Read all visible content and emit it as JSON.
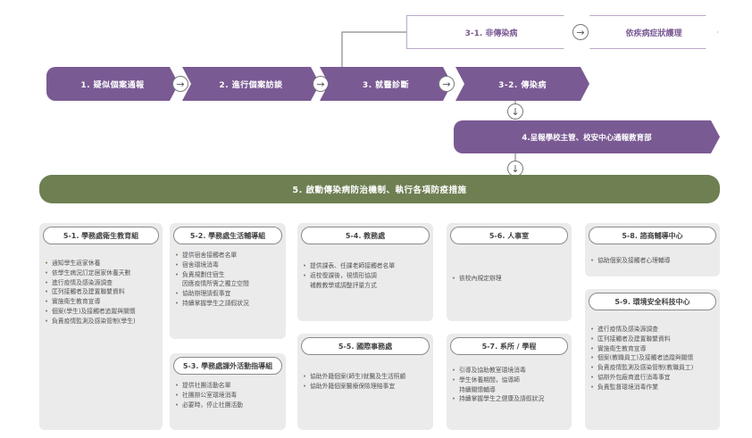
{
  "flow": {
    "step1": "1. 疑似個案通報",
    "step2": "2. 進行個案訪談",
    "step3": "3. 就醫診斷",
    "step3_2": "3-2. 傳染病",
    "step3_1": "3-1. 非傳染病",
    "care": "依疾病症狀護理",
    "step4": "4.呈報學校主管、校安中心通報教育部",
    "step5": "5. 啟動傳染病防治機制、執行各項防疫措施"
  },
  "arrows": {
    "right": "→",
    "down": "↓"
  },
  "panels": {
    "p5_1": {
      "title": "5-1. 學務處衛生教育組",
      "items": [
        "通知學生返家休養",
        "依學生病況訂定居家休養天數",
        "進行疫情及感染源調查",
        "匡列接觸者及建置聯繫資料",
        "實施衛生教育宣導",
        "個案(學生)及接觸者追蹤與關懷",
        "負責疫情監測及感染管制(學生)"
      ]
    },
    "p5_2": {
      "title": "5-2. 學務處生活輔導組",
      "items": [
        "提供宿舍接觸者名單",
        "宿舍環境消毒",
        "負責規劃住宿生",
        "協助辦理請假事宜",
        "持續掌握學生之請假狀況"
      ],
      "cont": "因應疫情所需之獨立空間"
    },
    "p5_3": {
      "title": "5-3. 學務處課外活動指導組",
      "items": [
        "提供社團活動名單",
        "社團辦公室環境消毒",
        "必要時，停止社團活動"
      ]
    },
    "p5_4": {
      "title": "5-4. 教務處",
      "items": [
        "提供課表、任課老師接觸者名單",
        "返校復課後，視情形協調"
      ],
      "cont": "補教教學或調整評量方式"
    },
    "p5_5": {
      "title": "5-5. 國際事務處",
      "items": [
        "協助外籍個案(師生)就醫及生活照顧",
        "協助外籍個案醫療保險理賠事宜"
      ]
    },
    "p5_6": {
      "title": "5-6. 人事室",
      "items": [
        "依校內規定辦理"
      ]
    },
    "p5_7": {
      "title": "5-7. 系所 / 學程",
      "items": [
        "引導及協助教室環境消毒",
        "學生休養期間，協導師",
        "持續掌握學生之健康及請假狀況"
      ],
      "cont": "持續關懷輔導"
    },
    "p5_8": {
      "title": "5-8. 諮商輔導中心",
      "items": [
        "協助個案及接觸者心理輔導"
      ]
    },
    "p5_9": {
      "title": "5-9. 環境安全科技中心",
      "items": [
        "進行疫情及感染源調查",
        "匡列接觸者及建置聯繫資料",
        "實施衛生教育宣導",
        "個案(教職員工)及接觸者追蹤與關懷",
        "負責疫情監測及感染管制(教職員工)",
        "協辦外包廠商進行消毒事宜",
        "負責監督環境消毒作業"
      ]
    }
  },
  "colors": {
    "purple": "#7a5a93",
    "green": "#6e7f52",
    "panel_bg": "#ebebeb"
  }
}
